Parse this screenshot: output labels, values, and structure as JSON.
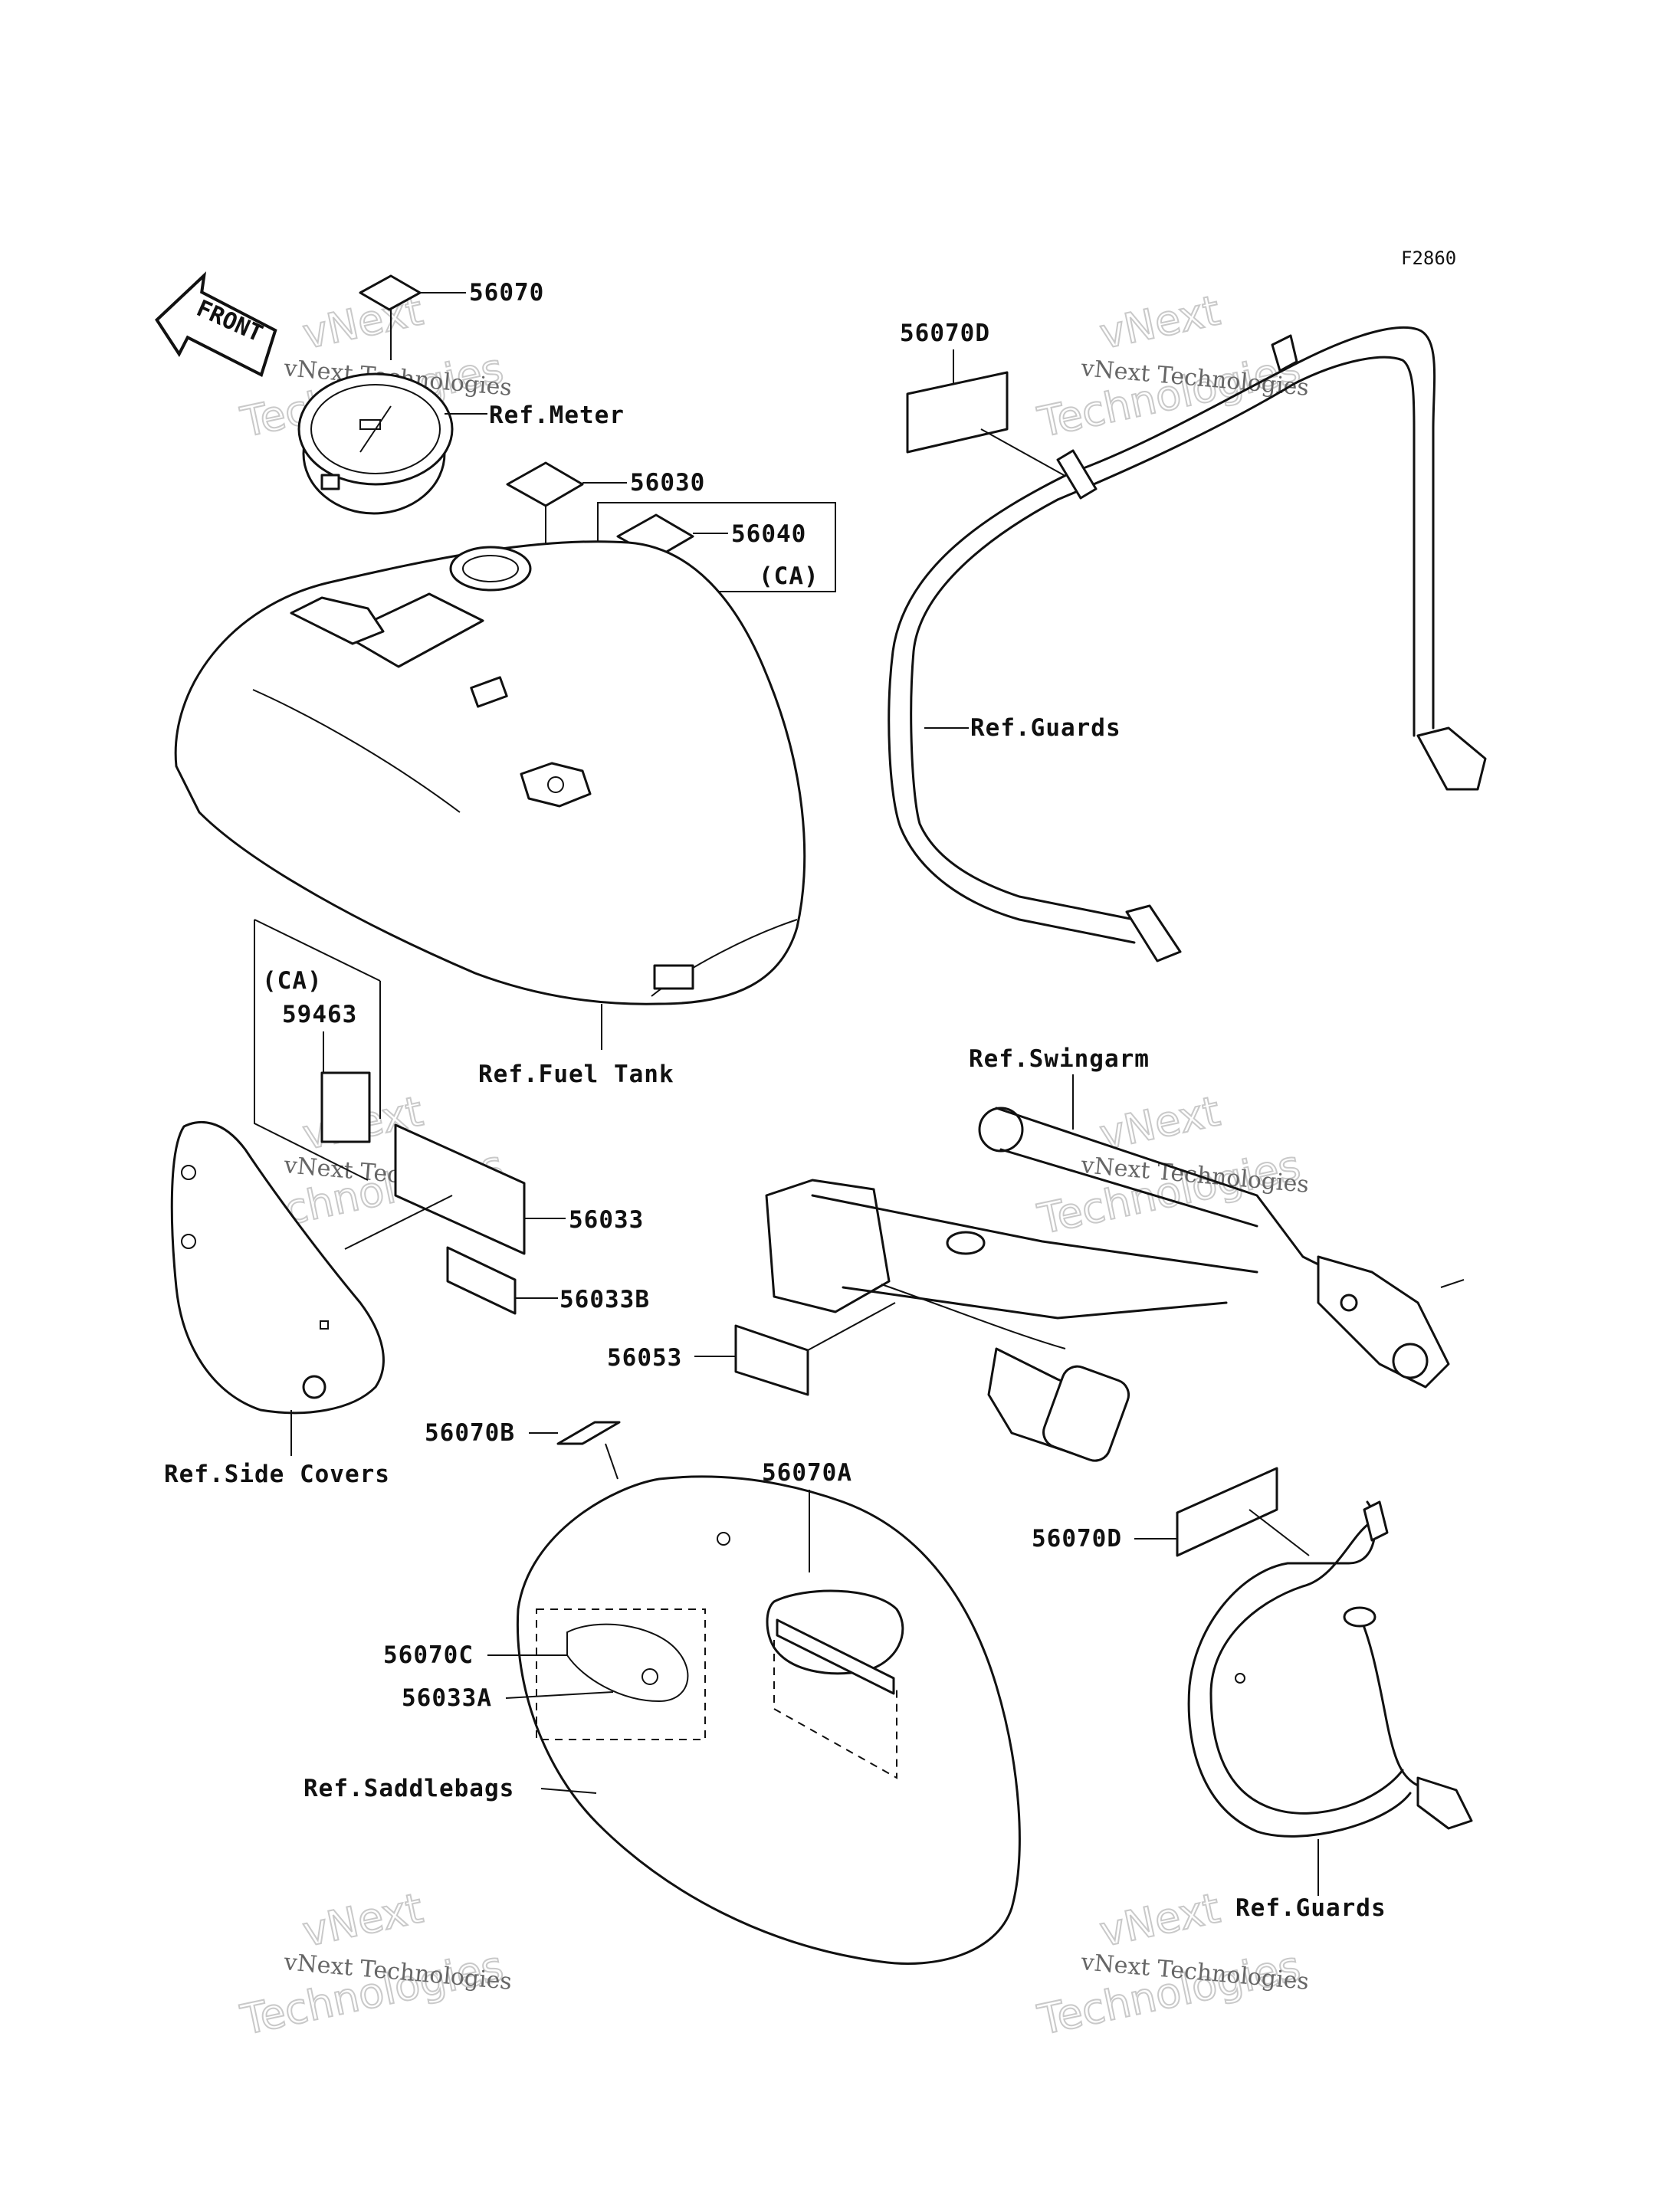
{
  "figure_code": "F2860",
  "front_marker": "FRONT",
  "part_labels": {
    "p56070": "56070",
    "p56070D_top": "56070D",
    "ref_meter": "Ref.Meter",
    "p56030": "56030",
    "p56040": "56040",
    "ca_top": "(CA)",
    "ref_guards_top": "Ref.Guards",
    "ca_left": "(CA)",
    "p59463": "59463",
    "ref_fuel_tank": "Ref.Fuel Tank",
    "ref_swingarm": "Ref.Swingarm",
    "p56033": "56033",
    "p56033B": "56033B",
    "p56053": "56053",
    "ref_side_covers": "Ref.Side Covers",
    "p56070B": "56070B",
    "p56070A": "56070A",
    "p56070D_bottom": "56070D",
    "p56070C": "56070C",
    "p56033A": "56033A",
    "ref_saddlebags": "Ref.Saddlebags",
    "ref_guards_bottom": "Ref.Guards"
  },
  "watermark": {
    "line_small": "vNext Technologies",
    "line_big_1": "vNext",
    "line_big_2": "Technologies"
  }
}
